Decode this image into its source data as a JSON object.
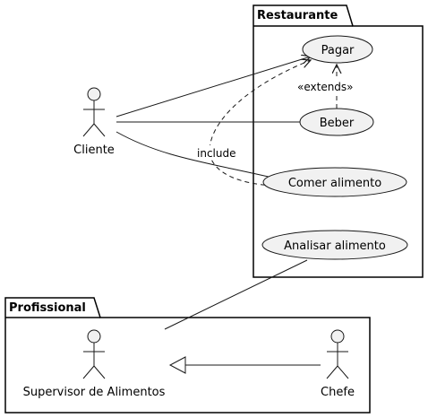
{
  "packages": {
    "restaurante": "Restaurante",
    "profissional": "Profissional"
  },
  "actors": {
    "cliente": "Cliente",
    "supervisor": "Supervisor de Alimentos",
    "chefe": "Chefe"
  },
  "use_cases": {
    "pagar": "Pagar",
    "beber": "Beber",
    "comer": "Comer alimento",
    "analisar": "Analisar alimento"
  },
  "relations": {
    "extends_label": "«extends»",
    "include_label": "include"
  },
  "colors": {
    "usecase_fill": "#f1f1f1",
    "actor_fill": "#f1f1f1",
    "stroke": "#181818"
  }
}
